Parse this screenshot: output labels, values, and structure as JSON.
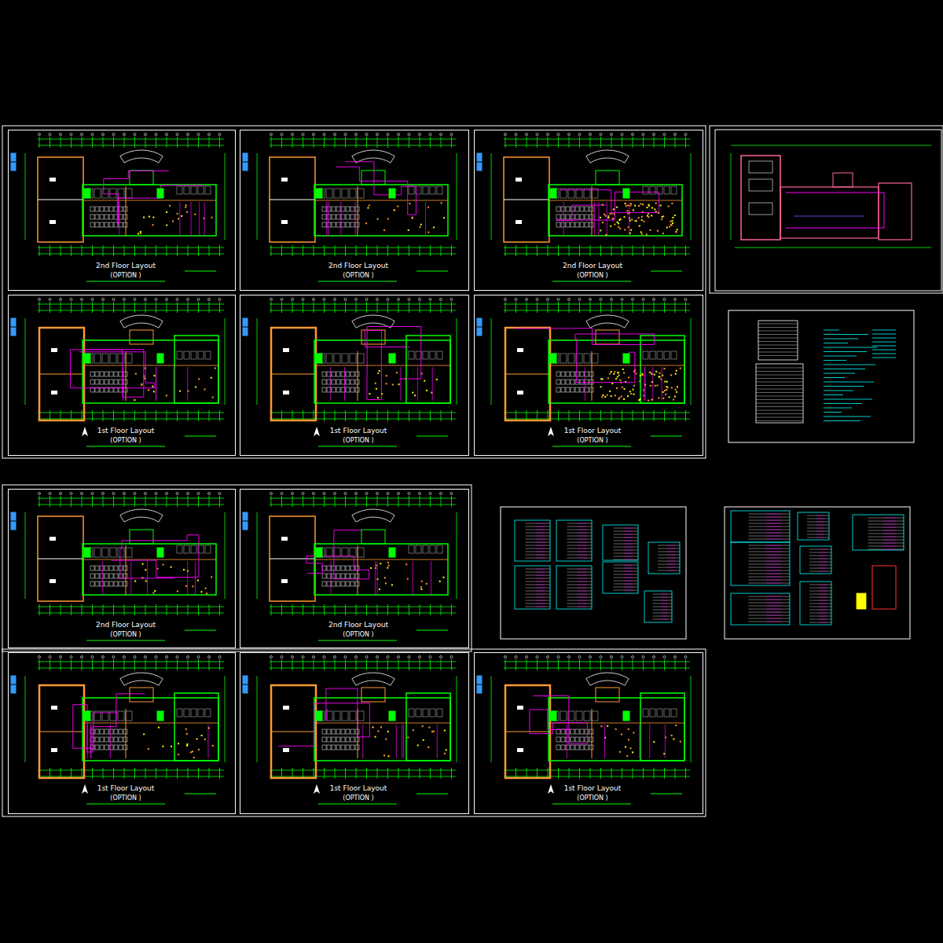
{
  "diagram": {
    "nodes": [
      {
        "text": [
          "2nd Floor Layout",
          "(OPTION )"
        ]
      },
      {
        "text": [
          "2nd Floor Layout",
          "(OPTION )"
        ]
      },
      {
        "text": [
          "2nd Floor Layout",
          "(OPTION )"
        ]
      },
      {
        "text": [
          "1st Floor Layout",
          "(OPTION )"
        ]
      },
      {
        "text": [
          "1st Floor Layout",
          "(OPTION )"
        ]
      },
      {
        "text": [
          "1st Floor Layout",
          "(OPTION )"
        ]
      },
      {
        "text": [
          "2nd Floor Layout",
          "(OPTION )"
        ]
      },
      {
        "text": [
          "2nd Floor Layout",
          "(OPTION )"
        ]
      },
      {
        "text": [
          "1st Floor Layout",
          "(OPTION )"
        ]
      },
      {
        "text": [
          "1st Floor Layout",
          "(OPTION )"
        ]
      },
      {
        "text": [
          "1st Floor Layout",
          "(OPTION )"
        ]
      }
    ]
  }
}
